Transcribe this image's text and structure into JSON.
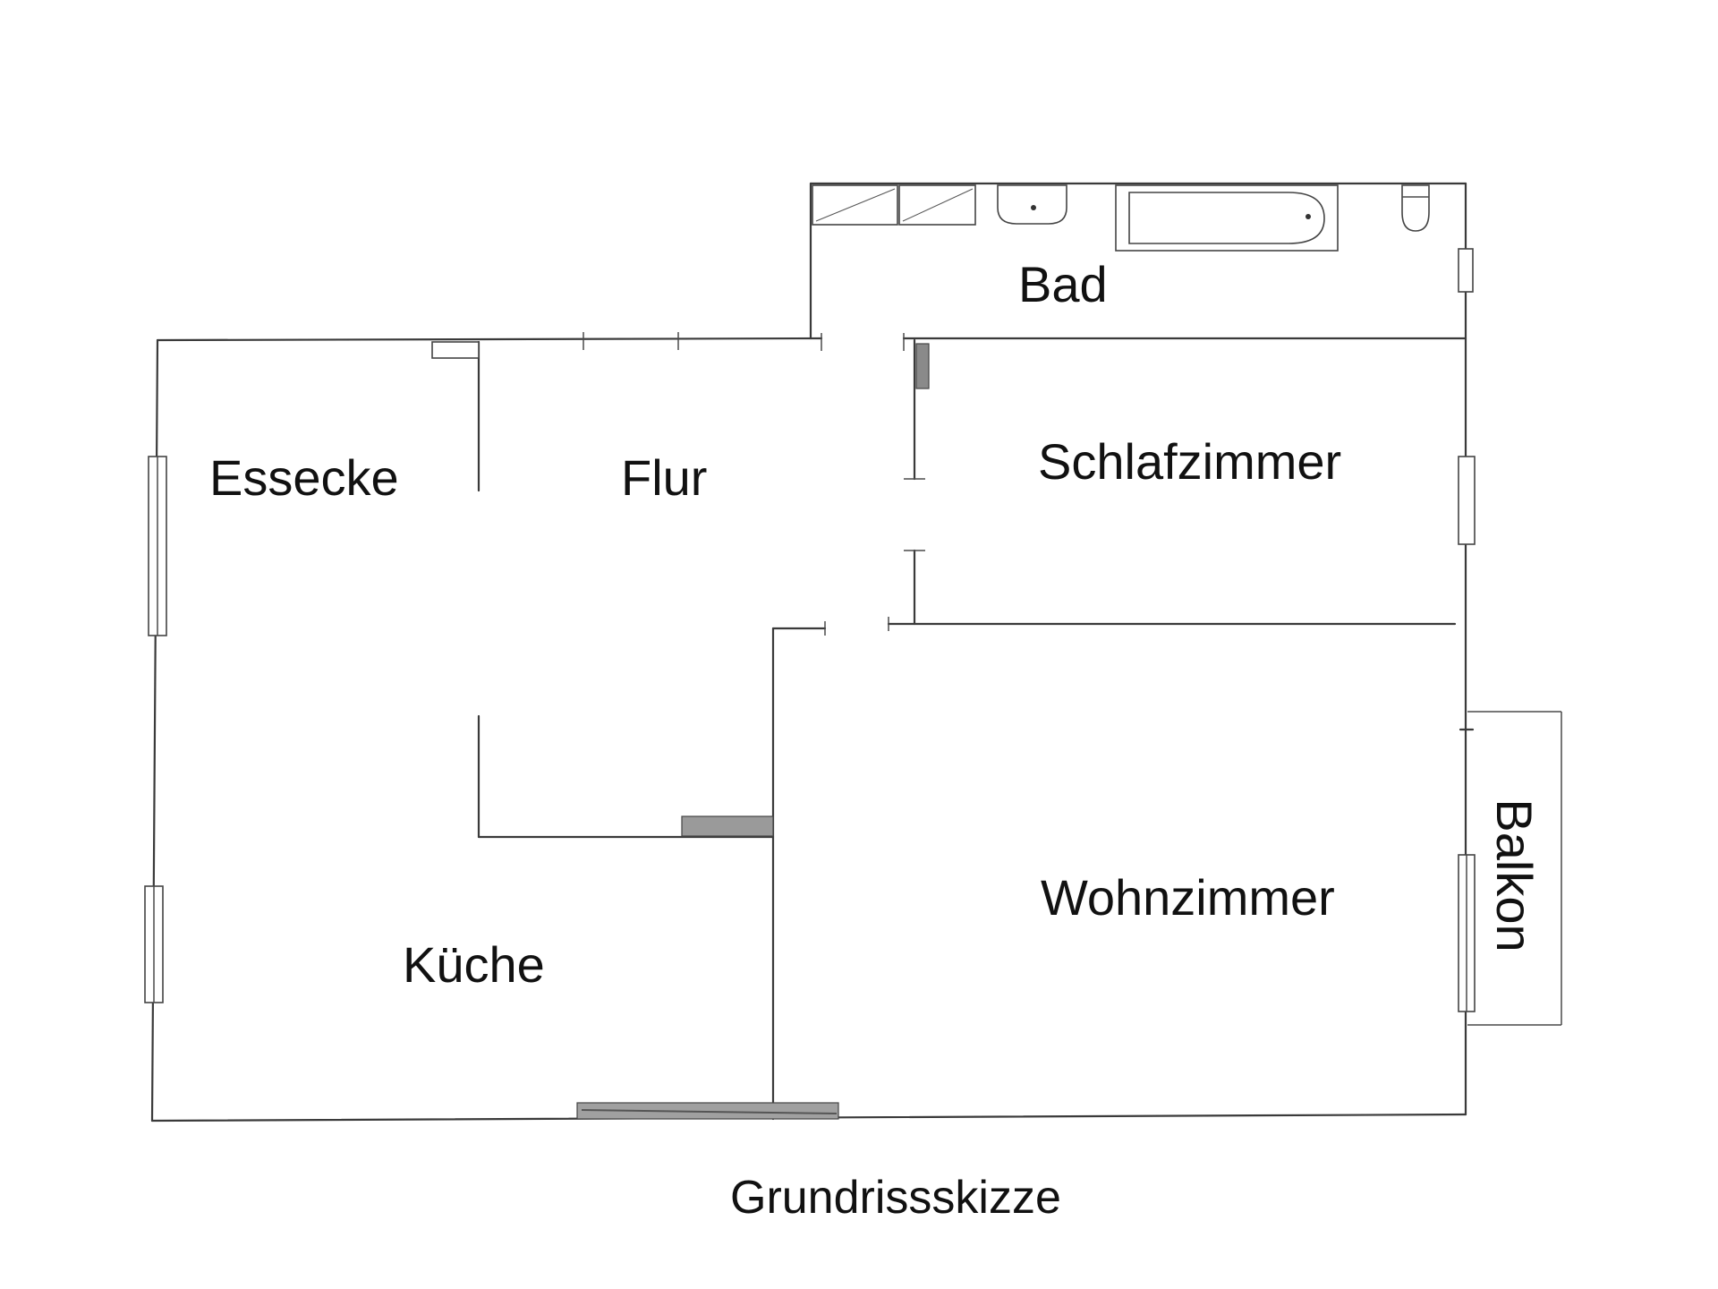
{
  "rooms": {
    "bad": "Bad",
    "essecke": "Essecke",
    "flur": "Flur",
    "schlafzimmer": "Schlafzimmer",
    "kueche": "Küche",
    "wohnzimmer": "Wohnzimmer",
    "balkon": "Balkon"
  },
  "caption": "Grundrissskizze",
  "colors": {
    "line": "#3a3a3a",
    "text": "#111111",
    "background": "#ffffff"
  }
}
